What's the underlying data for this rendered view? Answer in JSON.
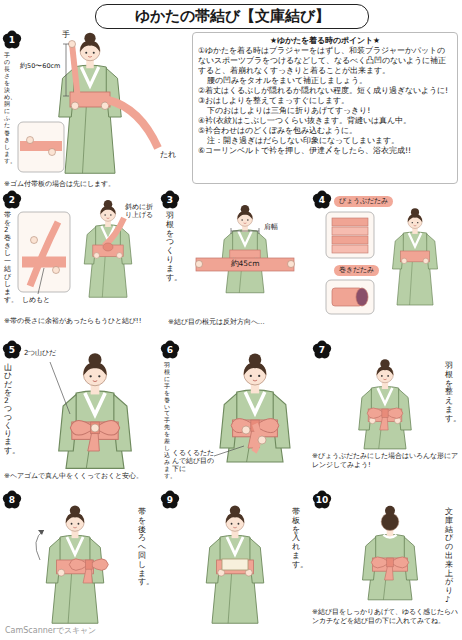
{
  "diagram": {
    "title": "ゆかたの帯結び【文庫結び】",
    "nodes": [
      {
        "text": [
          "★ゆかたを着る時のポイント★",
          "①ゆかたを着る時はブラジャーをはずし、和装ブラジャーかパットのないスポーツブラをつけるなどして、なるべく凸凹のないように補正すると、着崩れなくすっきりと着ることが出来ます。",
          "腰の凹みをタオルをまいて補正しましょう。",
          "②着丈はくるぶしが隠れるか隠れない程度。短く成り過ぎないように!",
          "③おはしよりを整えてまっすぐにします。",
          "下のおはしよりは三角に折りあげてすっきり!",
          "④衿(衣紋)はこぶし一つくらい抜きます。背縫いは真ん中。",
          "⑤衿合わせはのどくぼみを包み込むように。",
          "注：開き過ぎはだらしない印象になってしまいます。",
          "⑥コーリンベルトで衿を押し、伊達〆をしたら、浴衣完成!!"
        ]
      },
      {
        "text": [
          "1"
        ]
      },
      {
        "text": [
          "2"
        ]
      },
      {
        "text": [
          "3"
        ]
      },
      {
        "text": [
          "4"
        ]
      },
      {
        "text": [
          "5"
        ]
      },
      {
        "text": [
          "6"
        ]
      },
      {
        "text": [
          "7"
        ]
      },
      {
        "text": [
          "8"
        ]
      },
      {
        "text": [
          "9"
        ]
      },
      {
        "text": [
          "10"
        ]
      }
    ],
    "labels": [
      "手",
      "約50〜60cm",
      "たれ",
      "手の長さを決め、胴にふた巻きします。",
      "※ゴム付帯板の場合は先にします。",
      "帯を2巻きし一結びします。",
      "斜めに折り上げる",
      "しめもと",
      "※帯の長さに余裕があったらもうひと結び!!",
      "羽根をつくります。",
      "肩幅",
      "約45cm",
      "※結び目の根元は反対方向へ…",
      "びょうぶだたみ",
      "巻きだたみ",
      "山ひだを2つつくります。",
      "2つ山ひだ",
      "※ヘアゴムで真ん中をくくっておくと安心。",
      "羽根に手を巻いて手先を差し込みます。",
      "くるくるたたんで結び目の下に",
      "羽根を整えます。",
      "※びょうぶだたみにした場合はいろんな形にアレンジしてみよう!",
      "帯を後ろへ回します。",
      "帯板を入れます。",
      "文庫結びの出来上がり♪",
      "※結び目をしっかりあげて、ゆるく感じたらハンカチなどを結び目の下に入れてみてね。",
      "CamScannerでスキャン"
    ]
  }
}
